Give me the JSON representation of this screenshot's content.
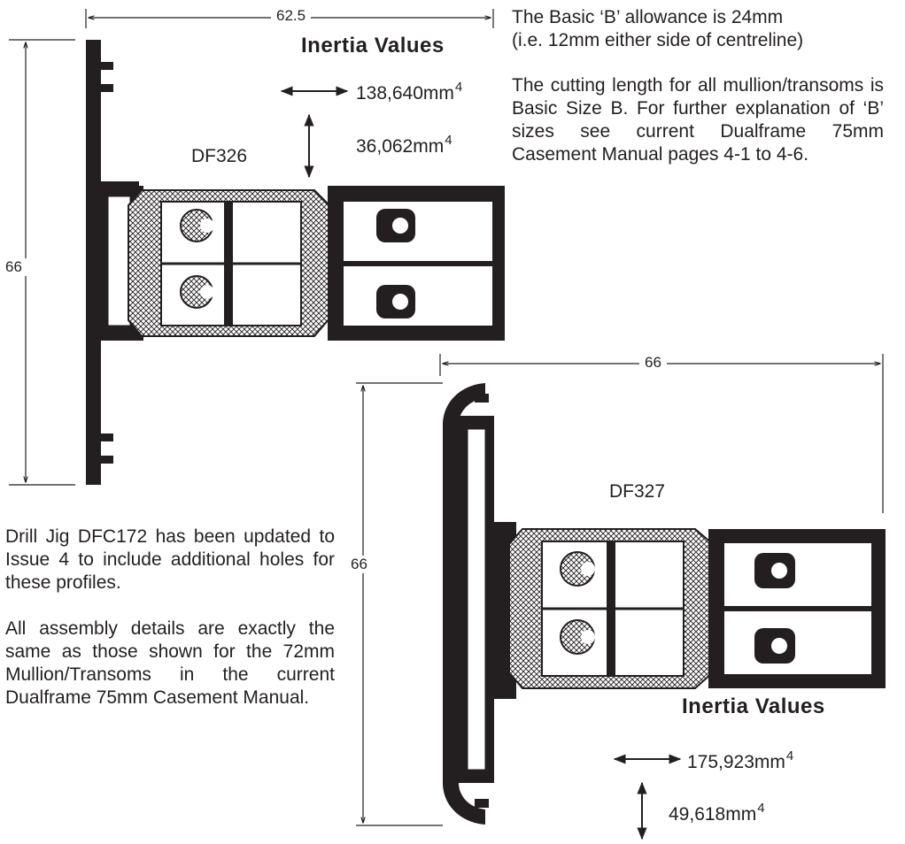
{
  "intro_text": {
    "line1": "The Basic ‘B’ allowance is 24mm",
    "line2": "(i.e. 12mm either side of centreline)",
    "para2": "The cutting length for all mullion/transoms is Basic Size B. For further explanation of ‘B’ sizes see current Dualframe 75mm Casement Manual pages 4-1 to 4-6."
  },
  "df326": {
    "code": "DF326",
    "width_dim": "62.5",
    "height_dim": "66",
    "inertia_heading": "Inertia Values",
    "horizontal_value": "138,640mm",
    "vertical_value": "36,062mm",
    "exponent": "4"
  },
  "df327": {
    "code": "DF327",
    "width_dim": "66",
    "height_dim": "66",
    "inertia_heading": "Inertia Values",
    "horizontal_value": "175,923mm",
    "vertical_value": "49,618mm",
    "exponent": "4"
  },
  "notes": {
    "drill_jig": "Drill Jig DFC172 has been updated to Issue 4 to include additional holes for these profiles.",
    "assembly": "All assembly details are exactly the same as those shown for the 72mm Mullion/Transoms in the current Dualframe 75mm Casement Manual."
  },
  "colors": {
    "ink": "#231f20",
    "hatch": "#231f20",
    "background": "#ffffff"
  }
}
